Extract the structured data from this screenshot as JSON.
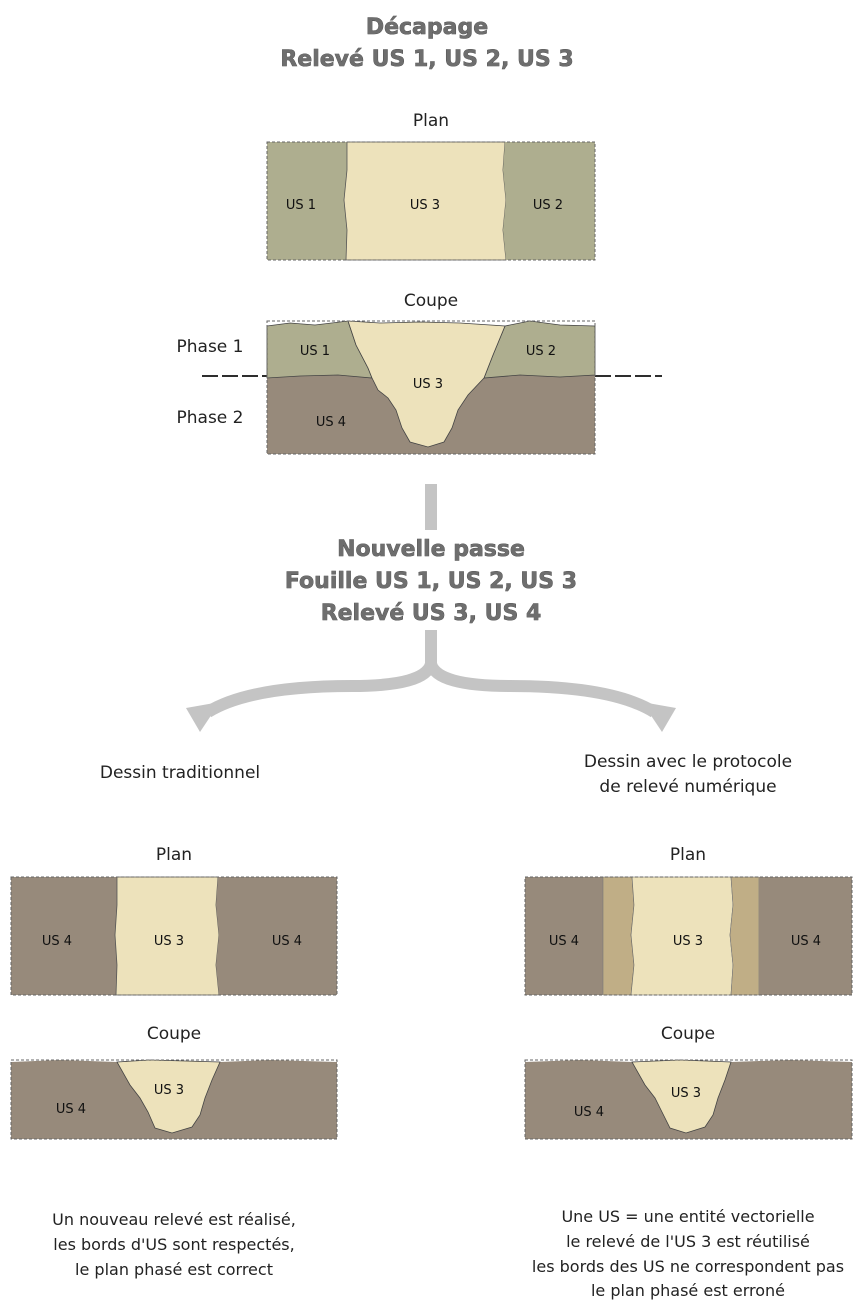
{
  "colors": {
    "us1_us2": "#aeae8f",
    "us3": "#ede2bb",
    "us4": "#978a7b",
    "transition": "#c0ae86",
    "arrow": "#c4c4c4",
    "title_fill": "#6e6e6e"
  },
  "top": {
    "title_line1": "Décapage",
    "title_line2": "Relevé US 1, US 2, US 3",
    "plan": {
      "heading": "Plan",
      "us1": "US 1",
      "us3": "US 3",
      "us2": "US 2"
    },
    "coupe": {
      "heading": "Coupe",
      "us1": "US 1",
      "us2": "US 2",
      "us3": "US 3",
      "us4": "US 4"
    },
    "phase1": "Phase 1",
    "phase2": "Phase 2"
  },
  "middle": {
    "title_line1": "Nouvelle passe",
    "title_line2": "Fouille US 1, US 2, US 3",
    "title_line3": "Relevé US 3, US 4"
  },
  "left": {
    "heading": "Dessin traditionnel",
    "plan": {
      "heading": "Plan",
      "us4_left": "US 4",
      "us3": "US 3",
      "us4_right": "US 4"
    },
    "coupe": {
      "heading": "Coupe",
      "us3": "US 3",
      "us4": "US 4"
    },
    "caption": [
      "Un nouveau relevé est réalisé,",
      "les bords d'US sont respectés,",
      "le plan phasé est correct"
    ]
  },
  "right": {
    "heading_line1": "Dessin avec le protocole",
    "heading_line2": "de relevé numérique",
    "plan": {
      "heading": "Plan",
      "us4_left": "US 4",
      "us3": "US 3",
      "us4_right": "US 4"
    },
    "coupe": {
      "heading": "Coupe",
      "us3": "US 3",
      "us4": "US 4"
    },
    "caption": [
      "Une US = une entité vectorielle",
      "le relevé de l'US 3 est réutilisé",
      "les bords des US ne correspondent pas",
      "le plan phasé est erroné"
    ]
  }
}
